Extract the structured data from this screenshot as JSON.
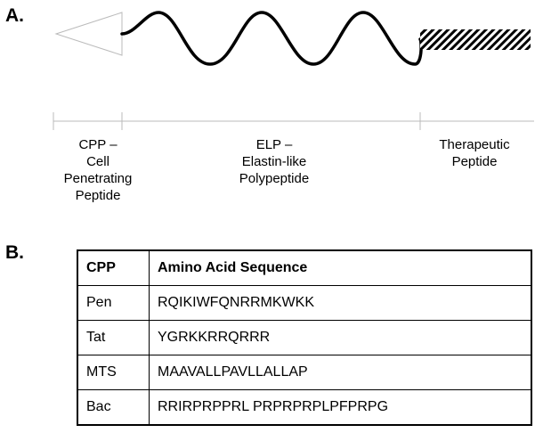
{
  "panel_a": {
    "label": "A.",
    "regions": [
      {
        "id": "cpp",
        "text": "CPP –\nCell\nPenetrating\nPeptide"
      },
      {
        "id": "elp",
        "text": "ELP –\nElastin-like\nPolypeptide"
      },
      {
        "id": "therapeutic",
        "text": "Therapeutic\nPeptide"
      }
    ]
  },
  "panel_b": {
    "label": "B.",
    "headers": [
      "CPP",
      "Amino Acid Sequence"
    ],
    "rows": [
      {
        "name": "Pen",
        "sequence": "RQIKIWFQNRRMKWKK"
      },
      {
        "name": "Tat",
        "sequence": "YGRKKRRQRRR"
      },
      {
        "name": "MTS",
        "sequence": "MAAVALLPAVLLALLAP"
      },
      {
        "name": "Bac",
        "sequence": "RRIRPRPPRL PRPRPRPLPFPRPG"
      }
    ]
  }
}
